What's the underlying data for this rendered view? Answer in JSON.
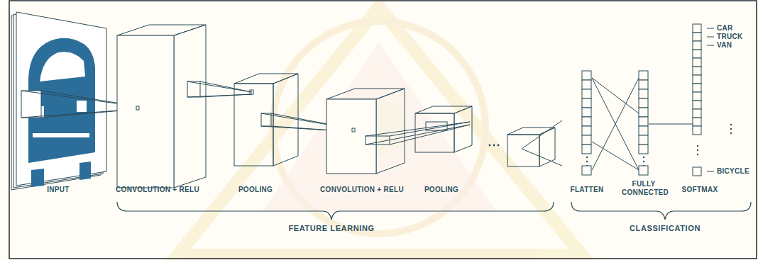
{
  "diagram": {
    "labels": [
      "INPUT",
      "CONVOLUTION + RELU",
      "POOLING",
      "CONVOLUTION + RELU",
      "POOLING",
      "FEATURE LEARNING",
      "FLATTEN",
      "FULLY CONNECTED",
      "SOFTMAX",
      "CLASSIFICATION",
      "CAR",
      "TRUCK",
      "VAN",
      "BICYCLE"
    ]
  }
}
